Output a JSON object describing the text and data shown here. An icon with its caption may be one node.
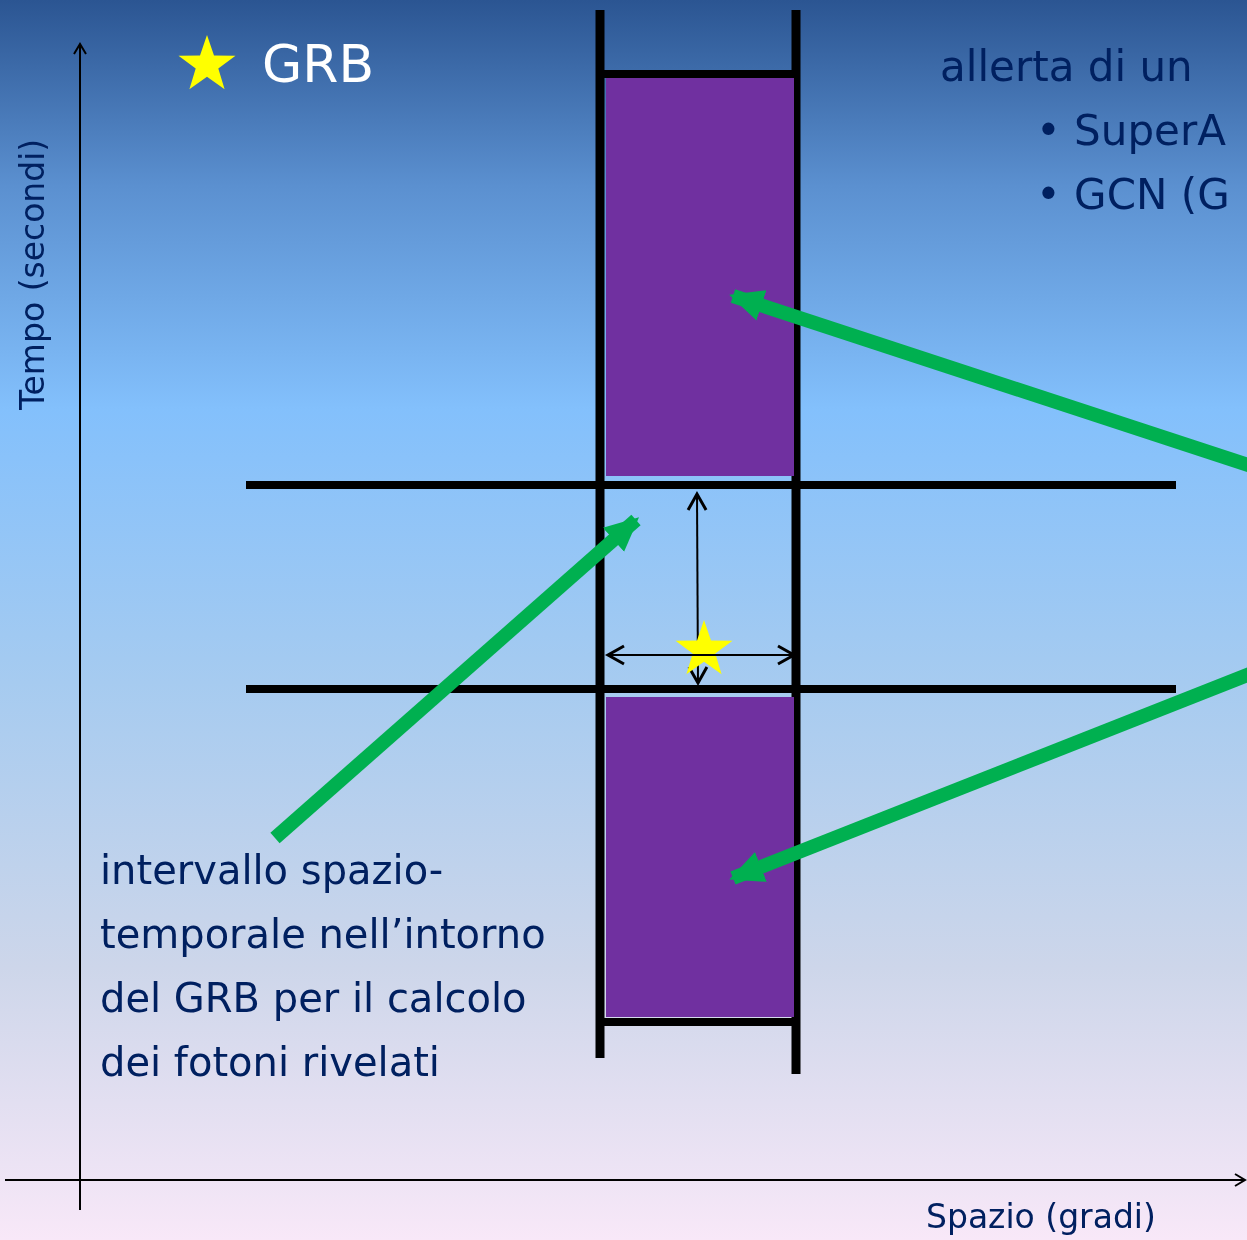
{
  "diagram": {
    "nodes": [
      {
        "text": [],
        "shape": "box"
      },
      {
        "text": [],
        "shape": "box"
      },
      {
        "text": [],
        "shape": "box"
      },
      {
        "text": [
          "intervallo spazio-temporale nell’intorno del GRB per il calcolo dei fotoni rivelati"
        ]
      }
    ],
    "edges": [
      {
        "from": 3,
        "to": 1,
        "arrow": "to"
      },
      {
        "from": null,
        "to": 0,
        "arrow": "to"
      },
      {
        "from": null,
        "to": 2,
        "arrow": "to"
      }
    ],
    "labels": [
      "Tempo (secondi)",
      "allerta di un",
      "• SuperA",
      "• GCN (G",
      "Spazio (gradi)"
    ],
    "legend": [
      {
        "text": "GRB"
      }
    ]
  }
}
